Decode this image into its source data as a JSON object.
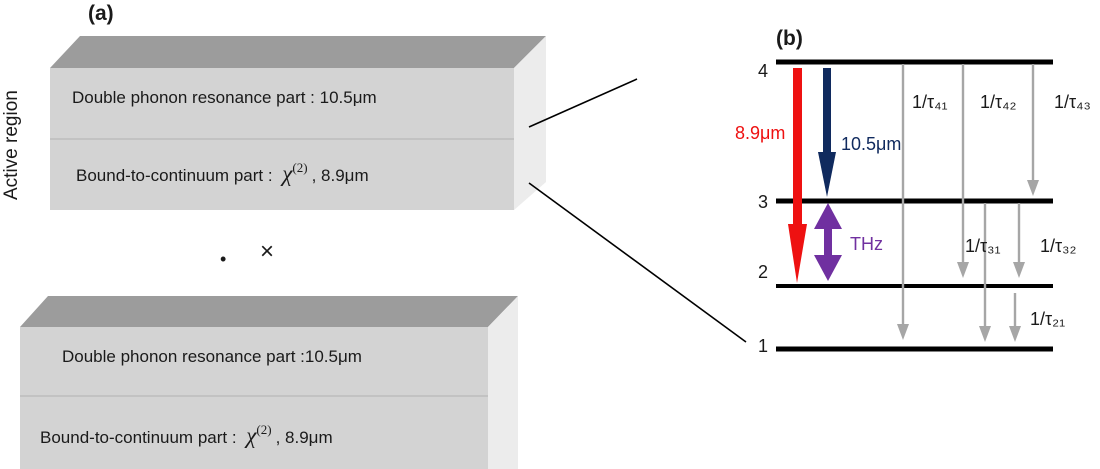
{
  "panel_a": {
    "label": "(a)",
    "side_label": "Active region",
    "block_top": {
      "upper_text": "Double phonon resonance part : 10.5μm",
      "lower_prefix": "Bound-to-continuum part : ",
      "lower_chi": "χ",
      "lower_exp": "(2)",
      "lower_suffix": ", 8.9μm"
    },
    "block_bottom": {
      "upper_text": "Double phonon resonance part :10.5μm",
      "lower_prefix": "Bound-to-continuum part : ",
      "lower_chi": "χ",
      "lower_exp": "(2)",
      "lower_suffix": ", 8.9μm"
    },
    "middle_symbols": {
      "dot": "•",
      "cross": "×"
    }
  },
  "panel_b": {
    "label": "(b)",
    "levels": [
      "4",
      "3",
      "2",
      "1"
    ],
    "transitions": {
      "red": "8.9μm",
      "blue": "10.5μm",
      "thz": "THz"
    },
    "rates": {
      "tau41": "1/τ₄₁",
      "tau42": "1/τ₄₂",
      "tau43": "1/τ₄₃",
      "tau31": "1/τ₃₁",
      "tau32": "1/τ₃₂",
      "tau21": "1/τ₂₁"
    },
    "colors": {
      "red": "#ee1111",
      "blue": "#102a5e",
      "purple": "#7030a0",
      "gray": "#a6a6a6"
    }
  }
}
